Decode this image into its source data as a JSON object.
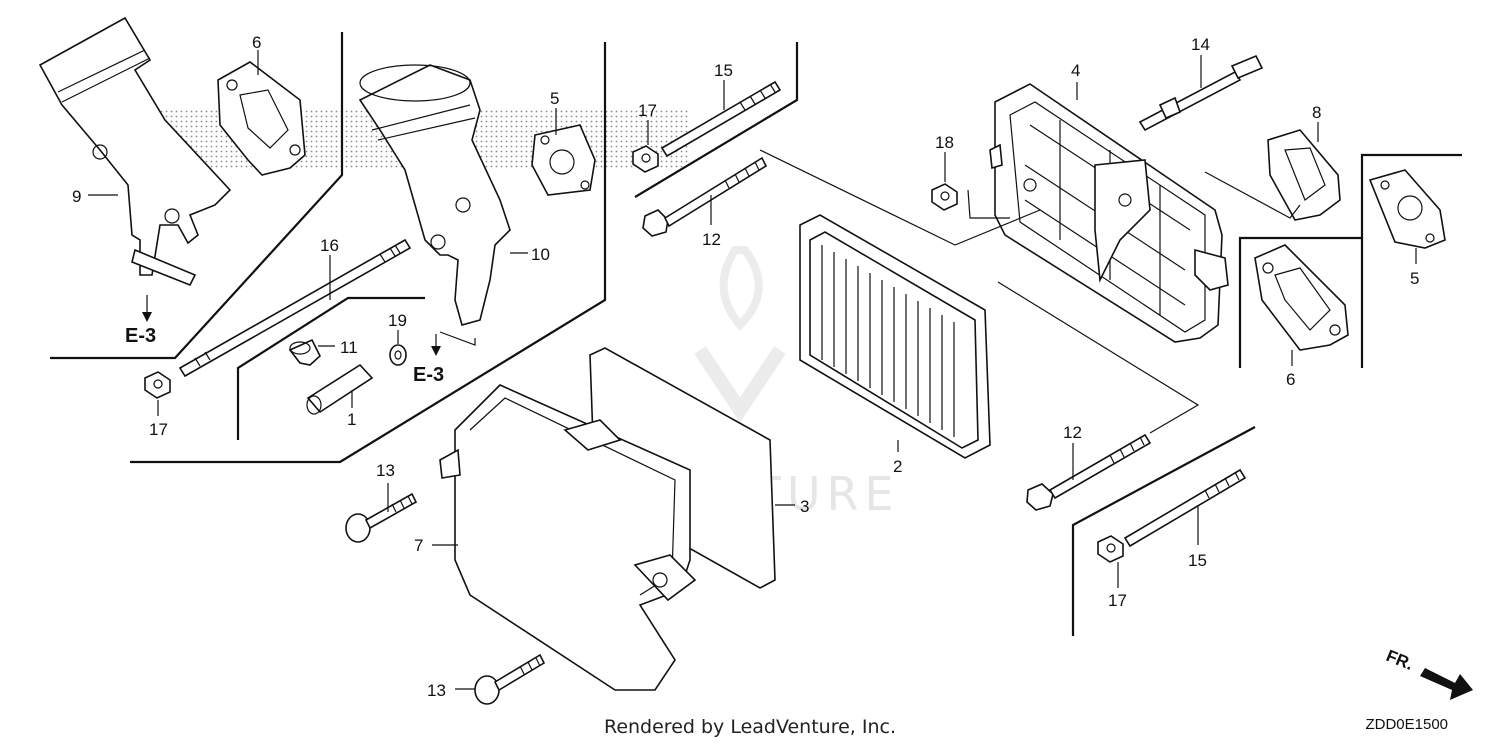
{
  "labels": {
    "p1": "1",
    "p2": "2",
    "p3": "3",
    "p4": "4",
    "p5a": "5",
    "p5b": "5",
    "p6a": "6",
    "p6b": "6",
    "p7": "7",
    "p8": "8",
    "p9": "9",
    "p10": "10",
    "p11": "11",
    "p12a": "12",
    "p12b": "12",
    "p13a": "13",
    "p13b": "13",
    "p14": "14",
    "p15a": "15",
    "p15b": "15",
    "p16": "16",
    "p17a": "17",
    "p17b": "17",
    "p17c": "17",
    "p18": "18",
    "p19": "19"
  },
  "refs": {
    "e3_left": "E-3",
    "e3_right": "E-3"
  },
  "direction": "FR.",
  "watermark": "LEADVENTURE",
  "footer": "Rendered by LeadVenture, Inc.",
  "diagram_code": "ZDD0E1500"
}
